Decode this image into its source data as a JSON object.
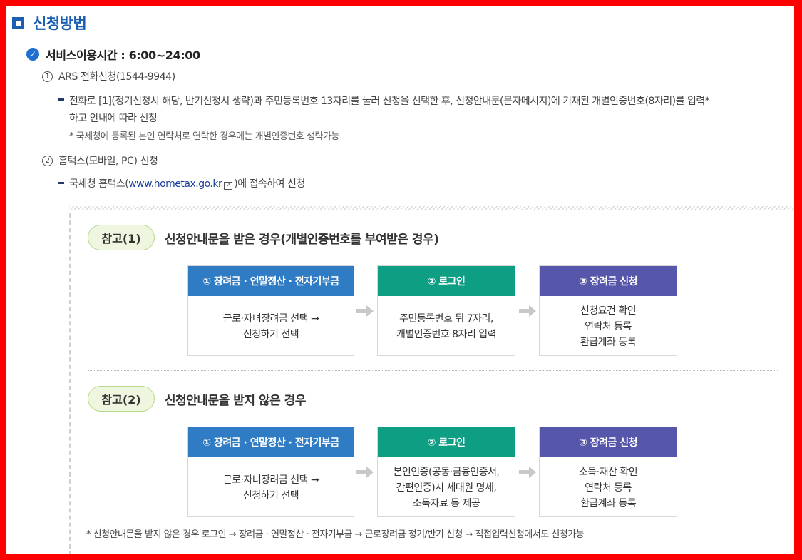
{
  "section": {
    "icon": "square-bullet-icon",
    "title": "신청방법"
  },
  "service": {
    "icon": "check-circle-icon",
    "title": "서비스이용시간 : 6:00~24:00"
  },
  "method1": {
    "number": "1",
    "label": "ARS 전화신청(1544-9944)",
    "line1": "전화로 [1](정기신청시 해당, 반기신청시 생략)과 주민등록번호 13자리를 눌러 신청을 선택한 후, 신청안내문(문자메시지)에 기재된 개별인증번호(8자리)를 입력*",
    "line2": "하고 안내에 따라 신청",
    "note": "* 국세청에 등록된 본인 연락처로 연락한 경우에는 개별인증번호 생략가능"
  },
  "method2": {
    "number": "2",
    "label": "홈택스(모바일, PC) 신청",
    "prefix": "국세청 홈택스(",
    "link": "www.hometax.go.kr",
    "suffix": ")에 접속하여 신청",
    "link_icon": "external-link-icon"
  },
  "ref1": {
    "pill": "참고(1)",
    "title": "신청안내문을 받은 경우(개별인증번호를 부여받은 경우)",
    "steps": [
      {
        "head": "① 장려금 · 연말정산 · 전자기부금",
        "body": "근로·자녀장려금 선택 →\n신청하기 선택"
      },
      {
        "head": "② 로그인",
        "body": "주민등록번호 뒤 7자리,\n개별인증번호 8자리 입력"
      },
      {
        "head": "③ 장려금 신청",
        "body": "신청요건 확인\n연락처 등록\n환급계좌 등록"
      }
    ]
  },
  "ref2": {
    "pill": "참고(2)",
    "title": "신청안내문을 받지 않은 경우",
    "steps": [
      {
        "head": "① 장려금 · 연말정산 · 전자기부금",
        "body": "근로·자녀장려금 선택 →\n신청하기 선택"
      },
      {
        "head": "② 로그인",
        "body": "본인인증(공동·금융인증서,\n간편인증)시 세대원 명세,\n소득자료 등 제공"
      },
      {
        "head": "③ 장려금 신청",
        "body": "소득·재산 확인\n연락처 등록\n환급계좌 등록"
      }
    ]
  },
  "footnote": "* 신청안내문을 받지 않은 경우 로그인 → 장려금 · 연말정산 · 전자기부금 → 근로장려금 정기/반기 신청 → 직접입력신청에서도 신청가능",
  "colors": {
    "step1": "#2f7bc4",
    "step2": "#0e9e84",
    "step3": "#5656aa",
    "arrow": "#c8c8c8"
  }
}
